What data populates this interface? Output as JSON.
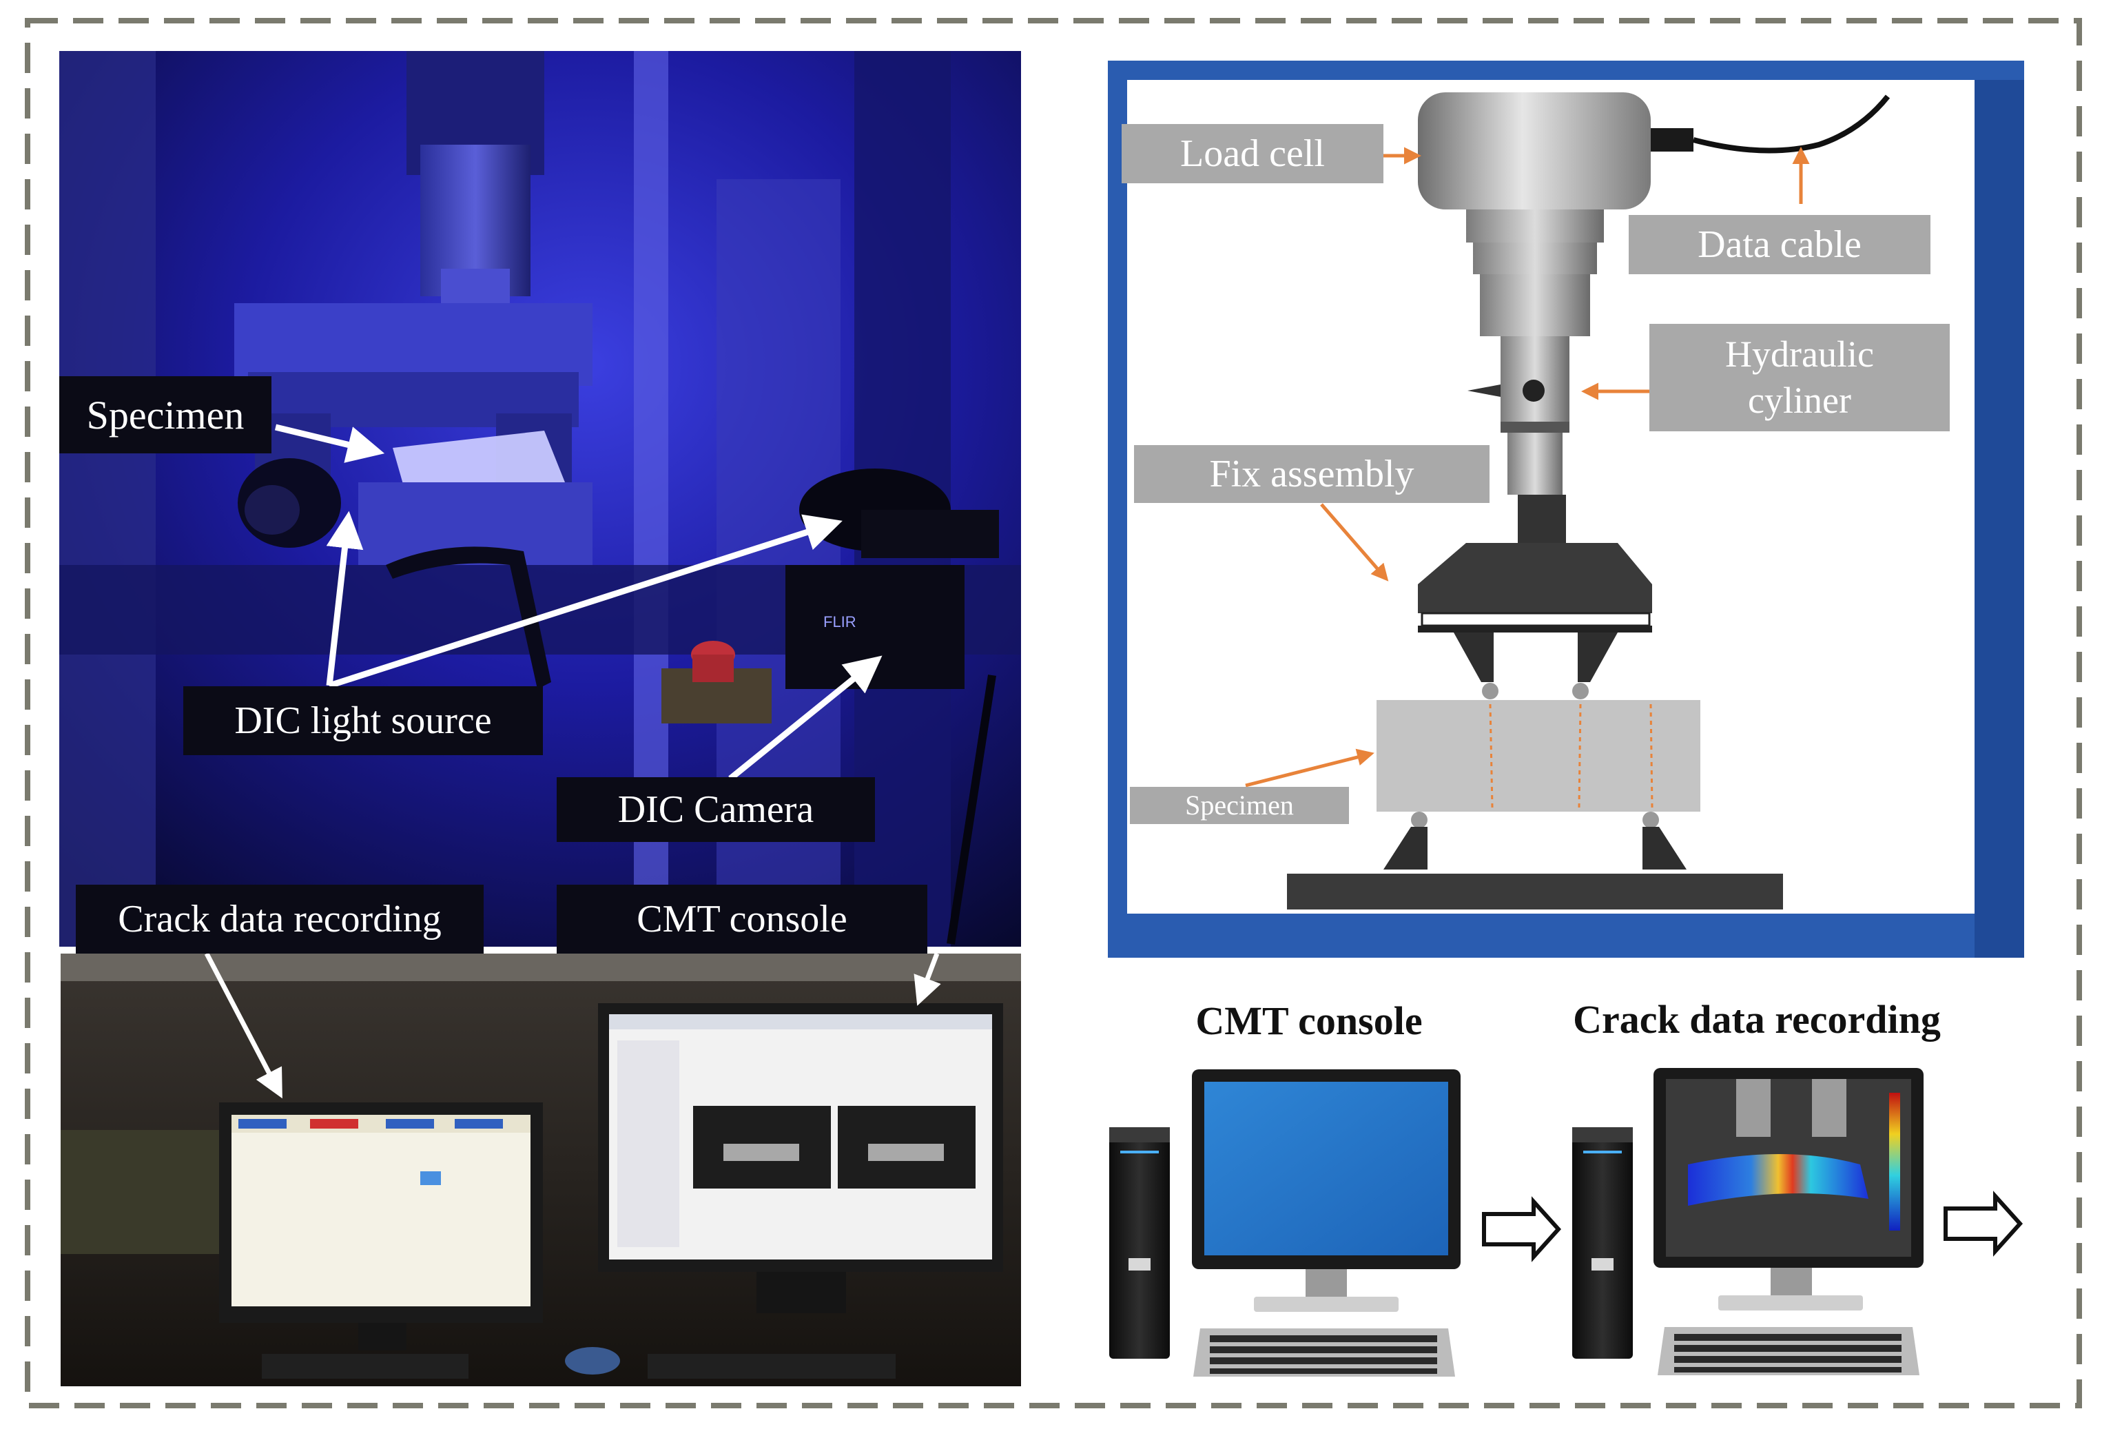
{
  "photo_labels": {
    "specimen": "Specimen",
    "dic_light_source": "DIC light source",
    "dic_camera": "DIC Camera",
    "crack_data_recording": "Crack data recording",
    "cmt_console": "CMT console"
  },
  "schematic_labels": {
    "load_cell": "Load cell",
    "data_cable": "Data cable",
    "hydraulic_line1": "Hydraulic",
    "hydraulic_line2": "cyliner",
    "fix_assembly": "Fix assembly",
    "specimen": "Specimen"
  },
  "computer_labels": {
    "cmt_console": "CMT console",
    "crack_data_recording": "Crack data recording"
  },
  "colors": {
    "dashed_border": "#7a7a6e",
    "schematic_frame": "#2a5cb0",
    "annotation_arrow": "#e8833a",
    "photo_label_bg": "#0b0b16",
    "schematic_label_bg": "#a9a9a9"
  }
}
